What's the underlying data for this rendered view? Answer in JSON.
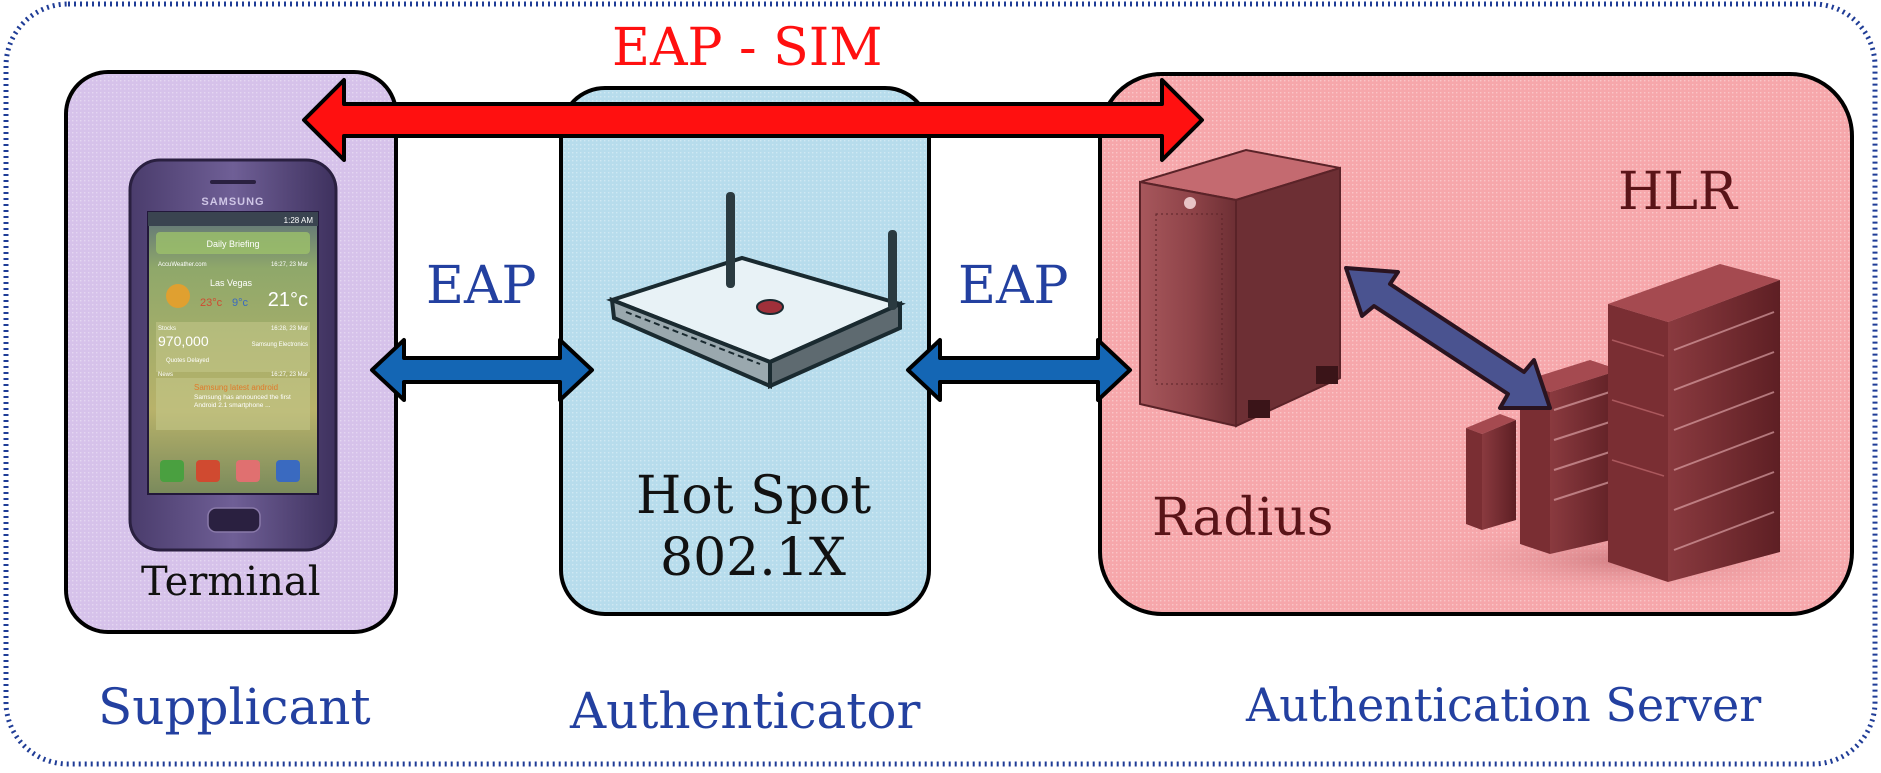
{
  "protocol_top": "EAP - SIM",
  "links": {
    "left_eap": "EAP",
    "right_eap": "EAP"
  },
  "supplicant": {
    "device_label": "Terminal",
    "role_label": "Supplicant"
  },
  "authenticator": {
    "device_line1": "Hot Spot",
    "device_line2": "802.1X",
    "role_label": "Authenticator"
  },
  "auth_server": {
    "server_label": "Radius",
    "db_label": "HLR",
    "role_label": "Authentication Server"
  },
  "phone_screen": {
    "brand": "SAMSUNG",
    "clock": "1:28 AM",
    "widget_title": "Daily Briefing",
    "weather_source": "AccuWeather.com",
    "weather_date": "16:27, 23 Mar",
    "city": "Las Vegas",
    "temp_hi": "23°c",
    "temp_lo": "9°c",
    "temp_now": "21°c",
    "stocks_label": "Stocks",
    "stocks_date": "16:28, 23 Mar",
    "stock_value": "970,000",
    "stock_name": "Samsung Electronics",
    "quotes_note": "Quotes Delayed",
    "news_label": "News",
    "news_date": "16:27, 23 Mar",
    "news_headline": "Samsung latest android",
    "news_body": "Samsung has announced the first Android 2.1 smartphone ..."
  },
  "colors": {
    "frame": "#1f3c96",
    "label_blue": "#2340a0",
    "eap_sim_red": "#ff1010",
    "supplicant_fill": "#d6c2ea",
    "authenticator_fill": "#b7dcec",
    "server_fill": "#f6a7ab",
    "eap_arrow": "#1466b4",
    "hlr_arrow": "#4a5390"
  }
}
